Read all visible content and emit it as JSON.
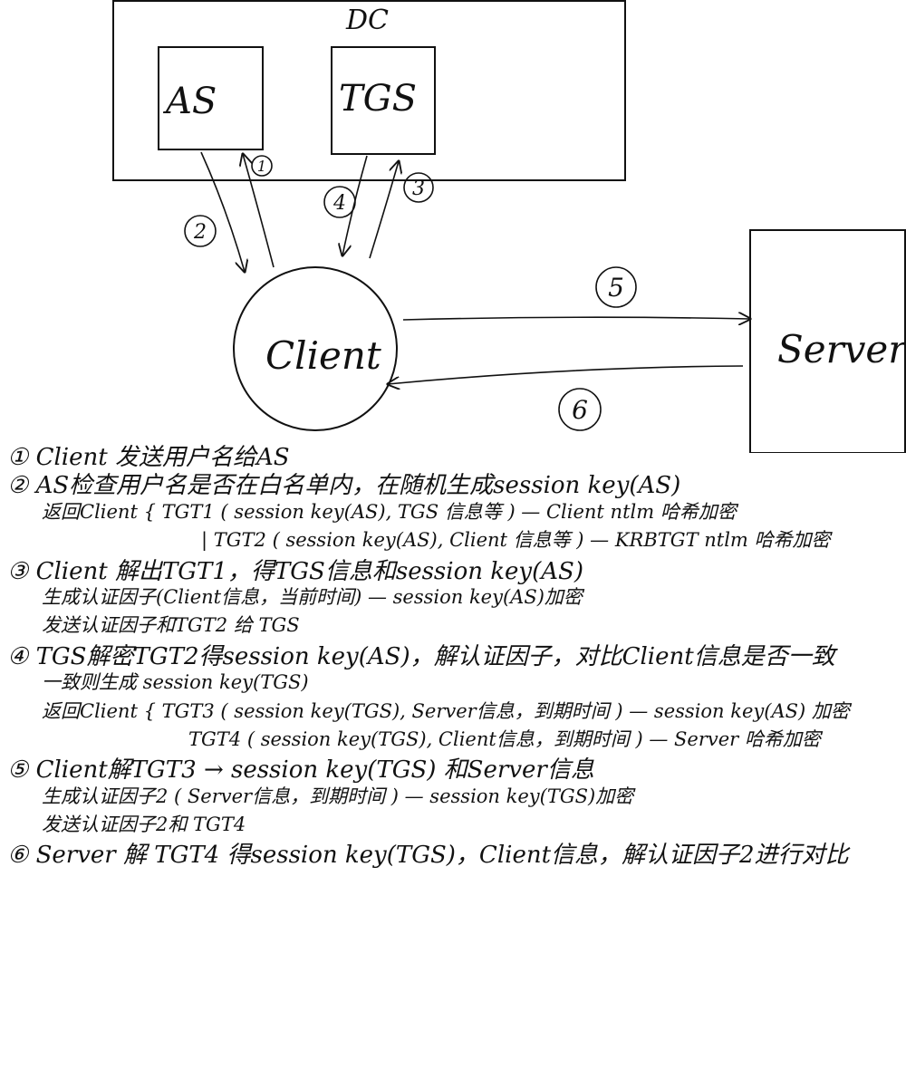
{
  "diagram": {
    "dc_label": "DC",
    "as_label": "AS",
    "tgs_label": "TGS",
    "client_label": "Client",
    "server_label": "Server",
    "step_labels": [
      "1",
      "2",
      "3",
      "4",
      "5",
      "6"
    ]
  },
  "notes": [
    "① Client 发送用户名给AS",
    "② AS检查用户名是否在白名单内，在随机生成session key(AS)",
    "返回Client { TGT1 ( session key(AS), TGS 信息等 ) — Client ntlm 哈希加密",
    "| TGT2 ( session key(AS), Client 信息等 ) — KRBTGT ntlm 哈希加密",
    "③ Client 解出TGT1，得TGS信息和session key(AS)",
    "生成认证因子(Client信息，当前时间) — session key(AS)加密",
    "发送认证因子和TGT2 给 TGS",
    "④ TGS解密TGT2得session key(AS)，解认证因子，对比Client信息是否一致",
    "一致则生成 session key(TGS)",
    "返回Client { TGT3 ( session key(TGS), Server信息，到期时间 ) — session key(AS) 加密",
    "TGT4 ( session key(TGS), Client信息，到期时间 ) — Server 哈希加密",
    "⑤ Client解TGT3 → session key(TGS) 和Server信息",
    "生成认证因子2 ( Server信息，到期时间 ) — session key(TGS)加密",
    "发送认证因子2和 TGT4",
    "⑥ Server 解 TGT4 得session key(TGS)，Client信息，解认证因子2进行对比"
  ]
}
